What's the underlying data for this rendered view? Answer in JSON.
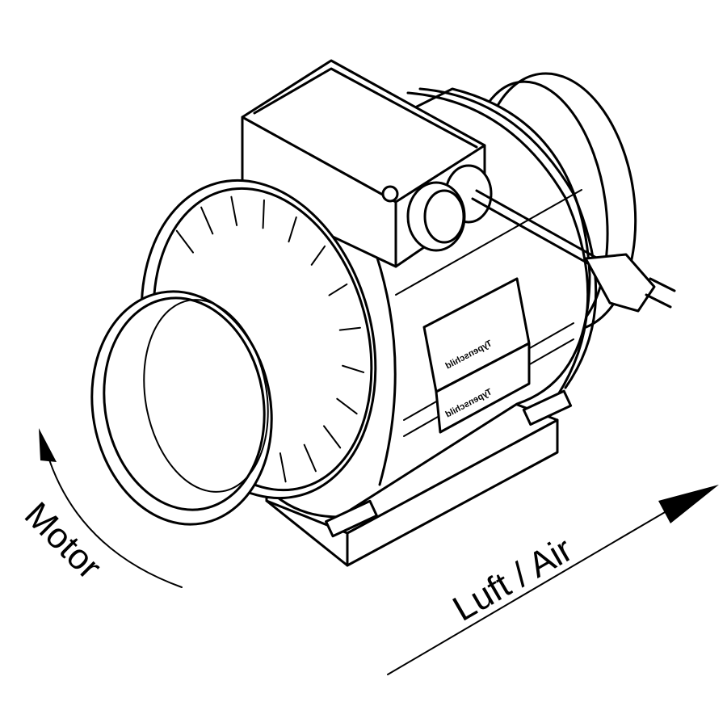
{
  "labels": {
    "motor": "Motor",
    "air": "Luft / Air",
    "nameplate_top": "Typenschild",
    "nameplate_bottom": "Typenschild"
  },
  "colors": {
    "line": "#000000",
    "background": "#ffffff"
  }
}
